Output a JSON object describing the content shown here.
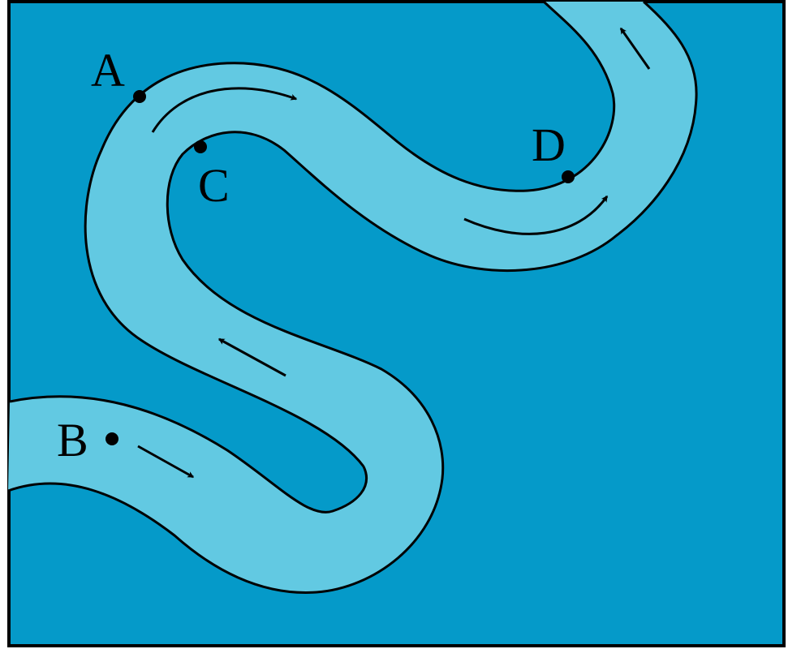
{
  "colors": {
    "background": "#ffffff",
    "land": "#059ac9",
    "river": "#62c9e2",
    "outline": "#000000",
    "arrow": "#000000",
    "point": "#000000"
  },
  "diagram": {
    "points": [
      {
        "id": "A",
        "label": "A"
      },
      {
        "id": "B",
        "label": "B"
      },
      {
        "id": "C",
        "label": "C"
      },
      {
        "id": "D",
        "label": "D"
      }
    ],
    "flow_arrows": [
      {
        "id": "arrow-top-bend"
      },
      {
        "id": "arrow-right-lower"
      },
      {
        "id": "arrow-right-upper"
      },
      {
        "id": "arrow-middle"
      },
      {
        "id": "arrow-left"
      }
    ]
  }
}
